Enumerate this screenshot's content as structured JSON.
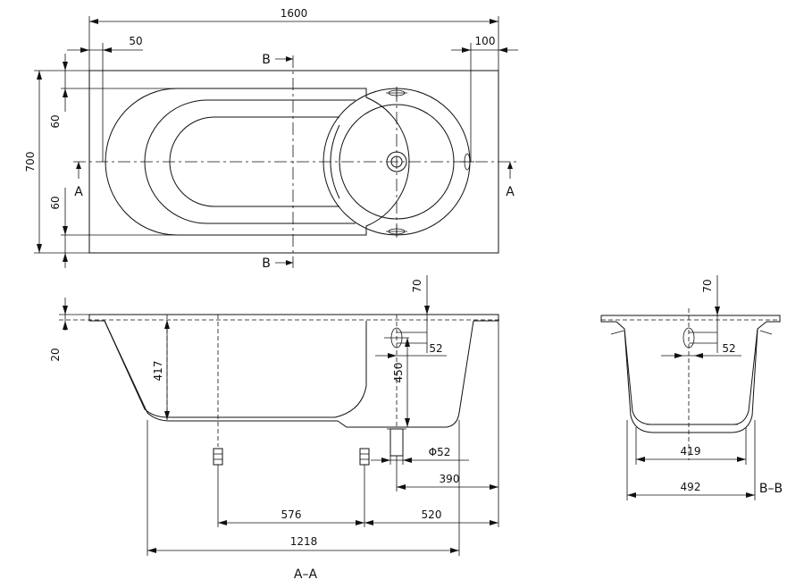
{
  "plan_view": {
    "dims": {
      "overall_length": "1600",
      "left_rim": "50",
      "right_rim": "100",
      "overall_width": "700",
      "top_rim": "60",
      "bottom_rim": "60"
    },
    "section_markers": {
      "b": "B",
      "a": "A"
    }
  },
  "section_aa": {
    "label": "A–A",
    "dims": {
      "rim_height": "20",
      "depth": "417",
      "overflow_from_top": "70",
      "overflow_diameter": "52",
      "overflow_height": "450",
      "drain_diameter": "Φ52",
      "drain_offset": "390",
      "leg_spacing": "576",
      "leg_offset": "520",
      "bottom_length": "1218"
    }
  },
  "section_bb": {
    "label": "B–B",
    "dims": {
      "overflow_from_top": "70",
      "overflow_diameter": "52",
      "bottom_width": "419",
      "top_width": "492"
    }
  }
}
